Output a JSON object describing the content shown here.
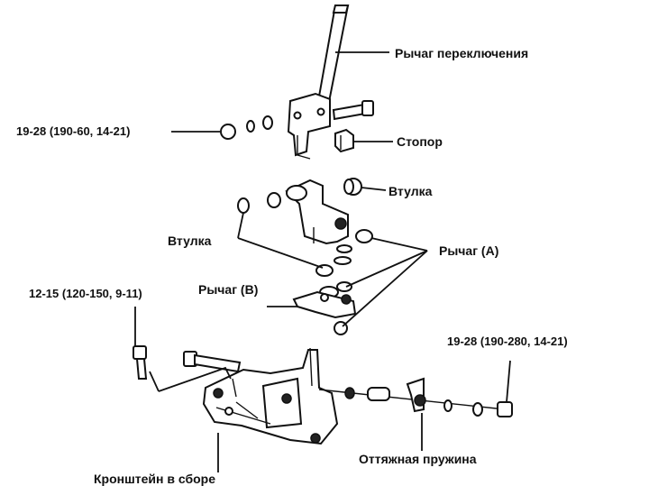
{
  "labels": {
    "shift_lever": "Рычаг переключения",
    "torque_top": "19-28 (190-60, 14-21)",
    "stopper": "Стопор",
    "bushing_right": "Втулка",
    "bushing_left": "Втулка",
    "lever_a": "Рычаг (А)",
    "lever_b": "Рычаг (В)",
    "torque_left": "12-15 (120-150, 9-11)",
    "torque_right": "19-28 (190-280, 14-21)",
    "tension_spring": "Оттяжная пружина",
    "bracket_assembly": "Кронштейн в сборе"
  }
}
